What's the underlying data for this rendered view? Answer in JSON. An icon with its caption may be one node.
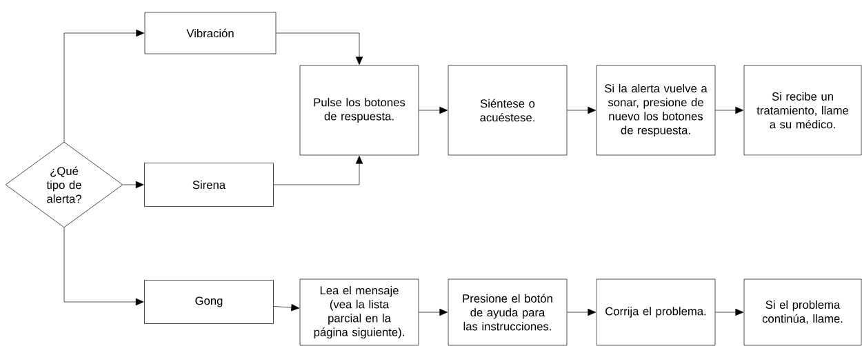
{
  "diagram": {
    "nodes": [
      {
        "text": [
          "¿Qué tipo de alerta?"
        ]
      },
      {
        "text": [
          "Vibración"
        ]
      },
      {
        "text": [
          "Sirena"
        ]
      },
      {
        "text": [
          "Gong"
        ]
      },
      {
        "text": [
          "Pulse los botones de respuesta."
        ]
      },
      {
        "text": [
          "Siéntese o acuéstese."
        ]
      },
      {
        "text": [
          "Si la alerta vuelve a sonar, presione de nuevo los botones de respuesta."
        ]
      },
      {
        "text": [
          "Si recibe un tratamiento, llame a su médico."
        ]
      },
      {
        "text": [
          "Lea el mensaje (vea la lista parcial en la página siguiente)."
        ]
      },
      {
        "text": [
          "Presione el botón de ayuda para las instrucciones."
        ]
      },
      {
        "text": [
          "Corrija el problema."
        ]
      },
      {
        "text": [
          "Si el problema continúa, llame."
        ]
      }
    ],
    "edges": [
      {
        "from": 0,
        "to": 1,
        "arrow": "to"
      },
      {
        "from": 0,
        "to": 2,
        "arrow": "to"
      },
      {
        "from": 0,
        "to": 3,
        "arrow": "to"
      },
      {
        "from": 1,
        "to": 4,
        "arrow": "to"
      },
      {
        "from": 2,
        "to": 4,
        "arrow": "to"
      },
      {
        "from": 4,
        "to": 5,
        "arrow": "to"
      },
      {
        "from": 5,
        "to": 6,
        "arrow": "to"
      },
      {
        "from": 6,
        "to": 7,
        "arrow": "to"
      },
      {
        "from": 3,
        "to": 8,
        "arrow": "to"
      },
      {
        "from": 8,
        "to": 9,
        "arrow": "to"
      },
      {
        "from": 9,
        "to": 10,
        "arrow": "to"
      },
      {
        "from": 10,
        "to": 11,
        "arrow": "to"
      }
    ]
  }
}
